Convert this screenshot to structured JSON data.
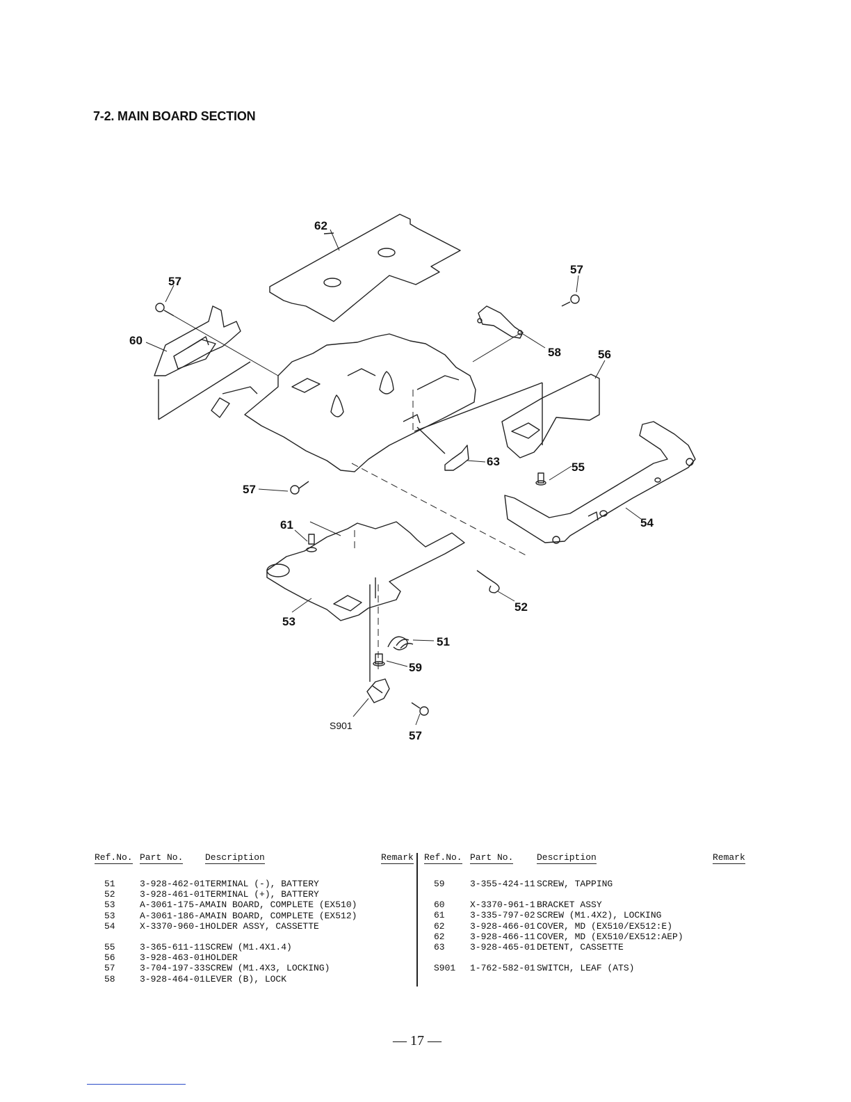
{
  "section_title": "7-2.  MAIN BOARD SECTION",
  "callouts": {
    "c62": "62",
    "c57a": "57",
    "c57b": "57",
    "c60": "60",
    "c58": "58",
    "c56": "56",
    "c63": "63",
    "c55": "55",
    "c57c": "57",
    "c54": "54",
    "c61": "61",
    "c52": "52",
    "c53": "53",
    "c51": "51",
    "c59": "59",
    "s901": "S901",
    "c57d": "57"
  },
  "table_headers": {
    "ref": "Ref.No.",
    "part": "Part No.",
    "desc": "Description",
    "remark": "Remark"
  },
  "left_rows": [
    {
      "ref": "51",
      "part": "3-928-462-01",
      "desc": "TERMINAL (-), BATTERY"
    },
    {
      "ref": "52",
      "part": "3-928-461-01",
      "desc": "TERMINAL (+), BATTERY"
    },
    {
      "ref": "53",
      "part": "A-3061-175-A",
      "desc": "MAIN BOARD, COMPLETE (EX510)"
    },
    {
      "ref": "53",
      "part": "A-3061-186-A",
      "desc": "MAIN BOARD, COMPLETE (EX512)"
    },
    {
      "ref": "54",
      "part": "X-3370-960-1",
      "desc": "HOLDER ASSY, CASSETTE"
    },
    {
      "ref": "55",
      "part": "3-365-611-11",
      "desc": "SCREW (M1.4X1.4)"
    },
    {
      "ref": "56",
      "part": "3-928-463-01",
      "desc": "HOLDER"
    },
    {
      "ref": "57",
      "part": "3-704-197-33",
      "desc": "SCREW (M1.4X3, LOCKING)"
    },
    {
      "ref": "58",
      "part": "3-928-464-01",
      "desc": "LEVER (B), LOCK"
    }
  ],
  "right_rows": [
    {
      "ref": "59",
      "part": "3-355-424-11",
      "desc": "SCREW, TAPPING"
    },
    {
      "ref": "60",
      "part": "X-3370-961-1",
      "desc": "BRACKET ASSY"
    },
    {
      "ref": "61",
      "part": "3-335-797-02",
      "desc": "SCREW (M1.4X2), LOCKING"
    },
    {
      "ref": "62",
      "part": "3-928-466-01",
      "desc": "COVER, MD (EX510/EX512:E)"
    },
    {
      "ref": "62",
      "part": "3-928-466-11",
      "desc": "COVER, MD (EX510/EX512:AEP)"
    },
    {
      "ref": "63",
      "part": "3-928-465-01",
      "desc": "DETENT, CASSETTE"
    },
    {
      "ref": "S901",
      "part": "1-762-582-01",
      "desc": "SWITCH, LEAF (ATS)"
    }
  ],
  "page_number": "— 17 —"
}
